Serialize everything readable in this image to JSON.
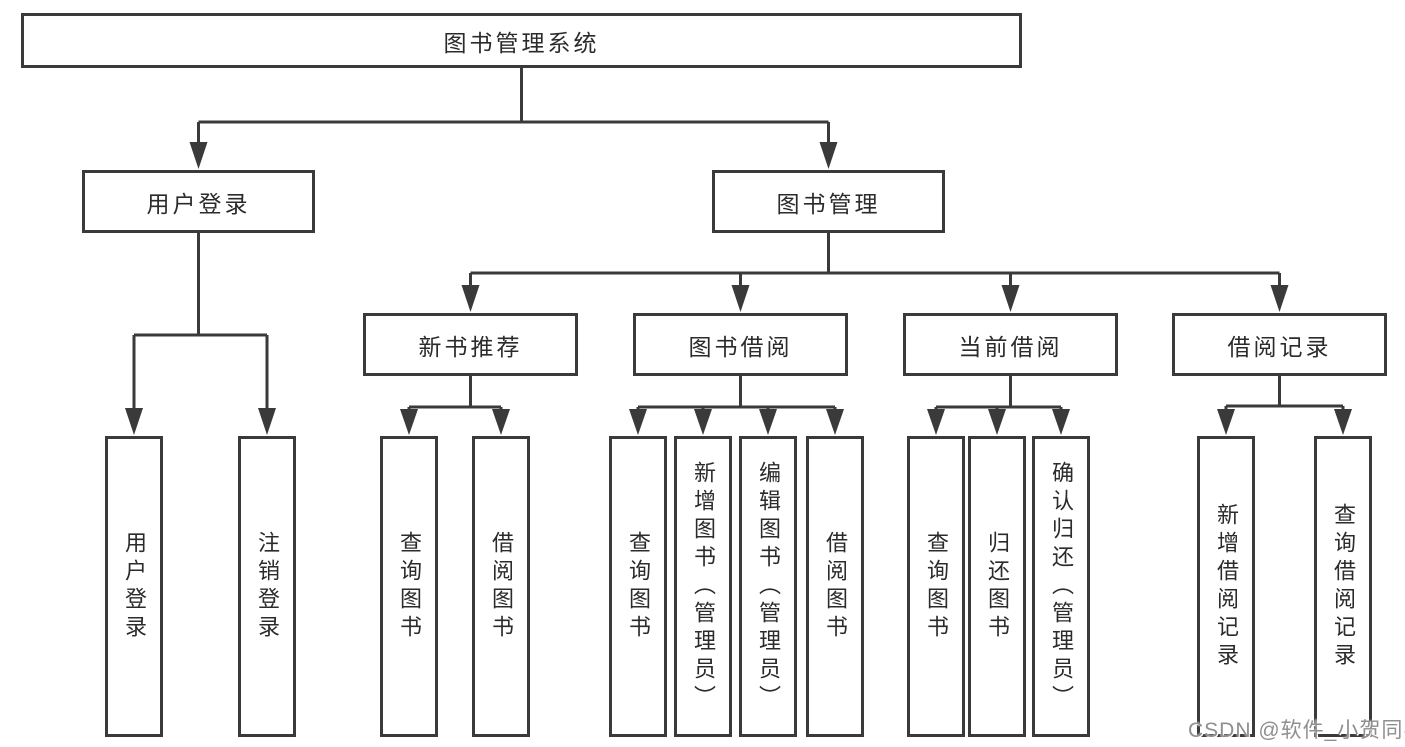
{
  "tree": {
    "label": "图书管理系统",
    "children": [
      {
        "label": "用户登录",
        "children": [
          {
            "label": "用户登录"
          },
          {
            "label": "注销登录"
          }
        ]
      },
      {
        "label": "图书管理",
        "children": [
          {
            "label": "新书推荐",
            "children": [
              {
                "label": "查询图书"
              },
              {
                "label": "借阅图书"
              }
            ]
          },
          {
            "label": "图书借阅",
            "children": [
              {
                "label": "查询图书"
              },
              {
                "label": "新增图书（管理员）"
              },
              {
                "label": "编辑图书（管理员）"
              },
              {
                "label": "借阅图书"
              }
            ]
          },
          {
            "label": "当前借阅",
            "children": [
              {
                "label": "查询图书"
              },
              {
                "label": "归还图书"
              },
              {
                "label": "确认归还（管理员）"
              }
            ]
          },
          {
            "label": "借阅记录",
            "children": [
              {
                "label": "新增借阅记录"
              },
              {
                "label": "查询借阅记录"
              }
            ]
          }
        ]
      }
    ]
  },
  "watermark": {
    "text": "CSDN @软件_小贺同学"
  },
  "colors": {
    "line": "#3a3a3a",
    "text": "#2b2b2b",
    "watermark_text": "#8f8f8f",
    "background": "#ffffff"
  }
}
